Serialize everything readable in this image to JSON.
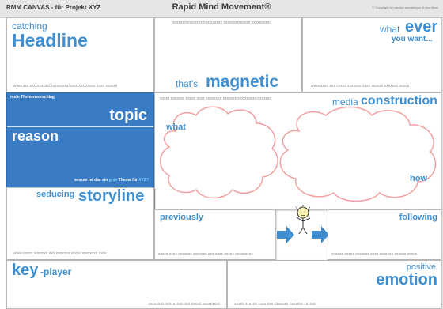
{
  "header": {
    "left_title": "RMM CANVAS - für Projekt XYZ",
    "center_title": "Rapid Mind Movement®",
    "copyright": "© Copyright by carolyn sonnberger & tom kleck"
  },
  "panels": {
    "catching": {
      "line1": "catching",
      "line2": "Headline",
      "footnote": "www.xxx.xx/xxxxxxx/Xxxxxxxxx/xxxx xxx xxxxx xxxx xxxxxx"
    },
    "magnetic": {
      "top_note": "xxxxxx/xxxxx/xxx xxx/xxxxxx xxxxxxx/xxxxxx xxxxxxxxxx",
      "prefix": "that's",
      "word": "magnetic"
    },
    "whatever": {
      "line1": "what",
      "word": "ever",
      "line2": "you want...",
      "footnote": "www.xxxx xxx xxxxx xxxxxxx xxxx xxxxxx xxxxxxx xxxxx"
    },
    "topic": {
      "label_small": "mein Themenvorschlag",
      "topic": "topic",
      "reason": "reason",
      "question_pre": "worum ist das ein",
      "question_mid": "gute",
      "question_post": "Thema für",
      "question_end": "XYZ?"
    },
    "media": {
      "top_note": "xxxxx xxxxxxx xxxxx xxxx xxxxxxxx xxxxxxx xxx xxxxxxx xxxxxx",
      "prefix": "media",
      "word": "construction",
      "what": "what",
      "how": "how"
    },
    "storyline": {
      "prefix": "seducing",
      "word": "storyline",
      "footnote": "www.xxxxx xxxxxxx xxx xxxxxxx xxxxx xxxxxxxx xxxx"
    },
    "previously": {
      "label": "previously",
      "footnote": "xxxxx xxxx xxxxxxx xxxxxxx xxx xxxx xxxxx xxxxxxxxx"
    },
    "following": {
      "label": "following",
      "footnote": "xxxxxx xxxxx xxxxxxx xxxx xxxxxxx xxxxxx xxxxx"
    },
    "keyplayer": {
      "word": "key",
      "rest": "-player",
      "footnote": "xxxxxxxx xxxxxxxxx xxx xxxxx xxxxxxxxx"
    },
    "emotion": {
      "prefix": "positive",
      "word": "emotion",
      "footnote": "xxxxx xxxxxx xxxx xxx xxxxxxx xxxxxxx xxxxxx"
    }
  },
  "colors": {
    "accent": "#3f8fd0",
    "topic_fill": "#3a7cc4",
    "cloud_stroke": "#f2a0a0",
    "arrow": "#3f8fd0"
  },
  "icons": {
    "idea": "lightbulb-figure-icon",
    "arrow_left": "arrow-right-icon",
    "arrow_right": "arrow-right-icon"
  }
}
